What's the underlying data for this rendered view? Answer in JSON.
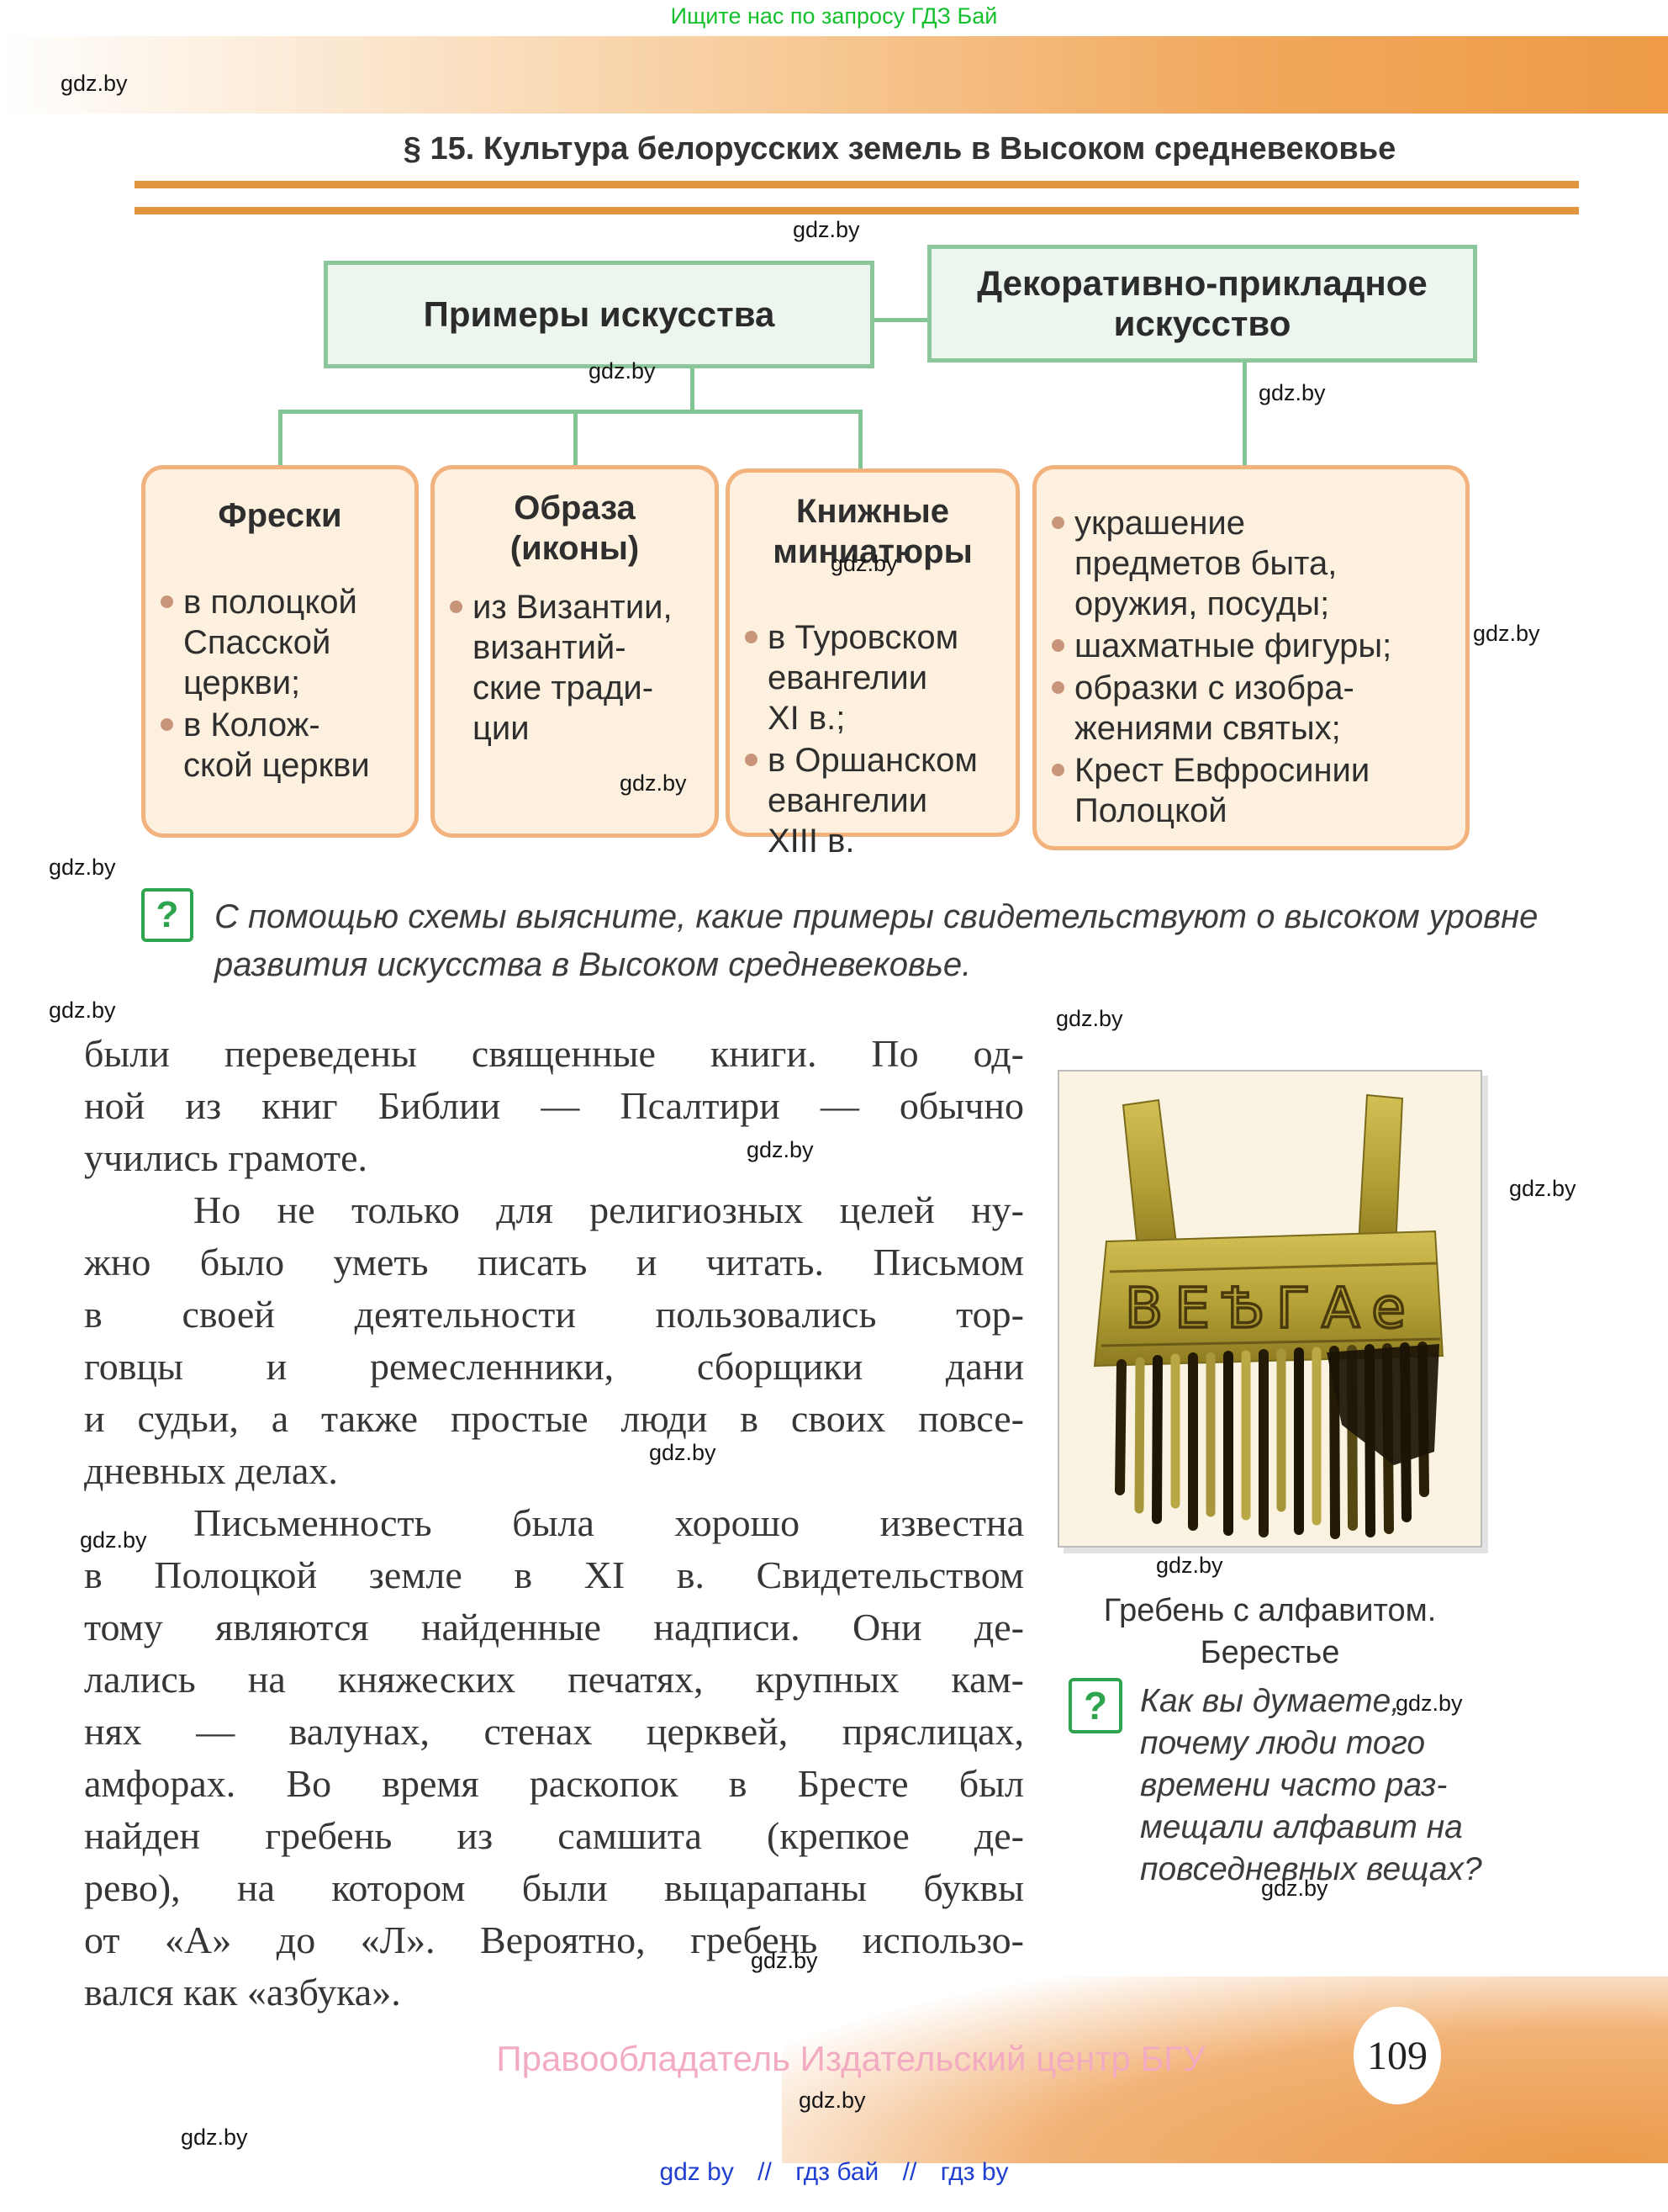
{
  "watermark": "gdz.by",
  "promo_banner": "Ищите нас по запросу ГДЗ Бай",
  "header": {
    "title": "§ 15. Культура белорусских земель в Высоком средневековье"
  },
  "diagram": {
    "examples_box": "Примеры искусства",
    "decorative_box": [
      "Декоративно-прикладное",
      "искусство"
    ],
    "fresco": {
      "title": "Фрески",
      "items": [
        [
          "в полоцкой",
          "Спасской",
          "церкви;"
        ],
        [
          "в Колож-",
          "ской церкви"
        ]
      ]
    },
    "icons": {
      "title": [
        "Образа",
        "(иконы)"
      ],
      "items": [
        [
          "из Византии,",
          "византий-",
          "ские тради-",
          "ции"
        ]
      ]
    },
    "miniatures": {
      "title": [
        "Книжные",
        "миниатюры"
      ],
      "items": [
        [
          "в Туровском",
          "евангелии",
          "XI в.;"
        ],
        [
          "в Оршанском",
          "евангелии",
          "XIII в."
        ]
      ]
    },
    "decorative": {
      "items": [
        [
          "украшение",
          "предметов быта,",
          "оружия, посуды;"
        ],
        [
          "шахматные фигуры;"
        ],
        [
          "образки с изобра-",
          "жениями святых;"
        ],
        [
          "Крест Евфросинии",
          "Полоцкой"
        ]
      ]
    }
  },
  "task1": {
    "icon": "?",
    "lines": [
      "С помощью схемы выясните, какие примеры свидетельствуют о высоком уровне",
      "развития искусства в Высоком средневековье."
    ]
  },
  "article": {
    "p1": [
      "были переведены священные книги. По од-",
      "ной из книг Библии — Псалтири — обычно",
      "учились грамоте."
    ],
    "p2": [
      "Но не только для религиозных целей ну-",
      "жно было уметь писать и читать. Письмом",
      "в своей деятельности пользовались тор-",
      "говцы и ремесленники, сборщики дани",
      "и судьи, а также простые люди в своих повсе-",
      "дневных делах."
    ],
    "p3": [
      "Письменность была хорошо известна",
      "в Полоцкой земле в XI в. Свидетельством",
      "тому являются найденные надписи. Они де-",
      "лались на княжеских печатях, крупных кам-",
      "нях — валунах, стенах церквей, пряслицах,",
      "амфорах. Во время раскопок в Бресте был",
      "найден гребень из самшита (крепкое де-",
      "рево), на котором были выцарапаны буквы",
      "от «А» до «Л». Вероятно, гребень использо-",
      "вался как «азбука»."
    ]
  },
  "figure": {
    "caption": [
      "Гребень с алфавитом.",
      "Берестье"
    ],
    "inscription": "ВЕѢГАе"
  },
  "task2": {
    "icon": "?",
    "lines": [
      "Как вы думаете,",
      "почему люди того",
      "времени часто раз-",
      "мещали алфавит на",
      "повседневных вещах?"
    ]
  },
  "footer": {
    "copyright": "Правообладатель Издательский центр БГУ",
    "page_number": "109",
    "links": [
      {
        "label": "gdz by"
      },
      {
        "label": "гдз бай"
      },
      {
        "label": "гдз by"
      }
    ],
    "link_separator": "//"
  },
  "colors": {
    "promo_green": "#14c02c",
    "bar_orange": "#ee9a46",
    "rule_orange": "#e2953f",
    "mint_fill": "#ecf5ee",
    "green_border": "#8cc79b",
    "peach_fill": "#fdf0de",
    "peach_border": "#f2b27d",
    "bullet_dot": "#c8957a",
    "question_green": "#2fa44f",
    "footer_pink": "#f2abc0",
    "link_blue": "#1f3fd0"
  }
}
